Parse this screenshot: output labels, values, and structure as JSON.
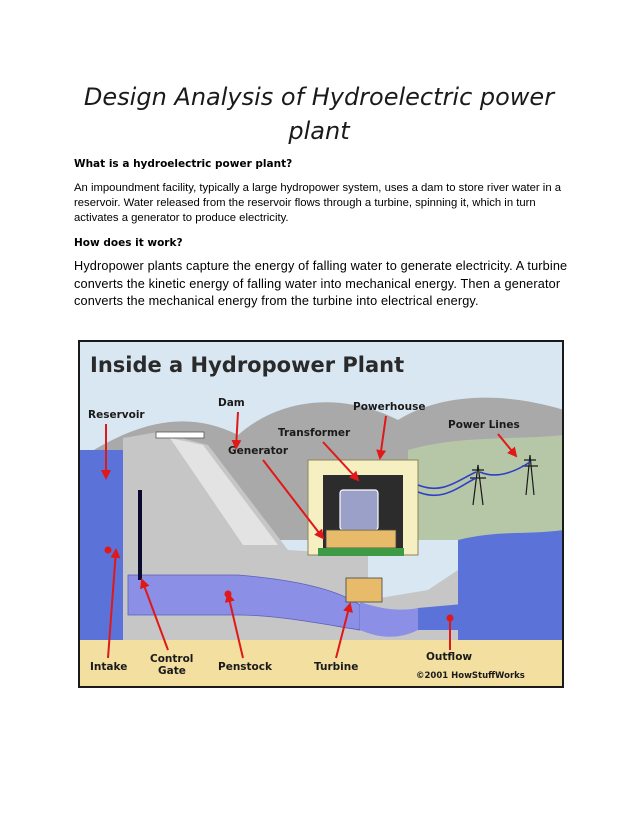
{
  "document": {
    "title": "Design Analysis of Hydroelectric power plant",
    "sections": [
      {
        "heading": "What is a hydroelectric power plant?",
        "body": "An impoundment facility, typically a large hydropower system, uses a dam to store river water in a reservoir. Water released from the reservoir flows through a turbine, spinning it, which in turn activates a generator to produce electricity."
      },
      {
        "heading": "How does it work?",
        "body": "Hydropower plants capture the energy of falling water to generate electricity. A turbine converts the kinetic energy of falling water into mechanical energy. Then a generator converts the mechanical energy from the turbine into electrical energy."
      }
    ]
  },
  "figure": {
    "title": "Inside a Hydropower Plant",
    "labels": {
      "reservoir": "Reservoir",
      "dam": "Dam",
      "powerhouse": "Powerhouse",
      "transformer": "Transformer",
      "power_lines": "Power Lines",
      "generator": "Generator",
      "intake": "Intake",
      "control_gate_1": "Control",
      "control_gate_2": "Gate",
      "penstock": "Penstock",
      "turbine": "Turbine",
      "outflow": "Outflow",
      "credit": "©2001 HowStuffWorks"
    },
    "colors": {
      "sky": "#d8e7f1",
      "hills": "#a7a7a7",
      "water": "#5b73d8",
      "dam": "#c9c9c9",
      "ground": "#f3dfa0",
      "powerhouse": "#f5efc2",
      "arrow": "#e01818",
      "border": "#1a1a1a",
      "wire": "#2f3fc9"
    }
  }
}
